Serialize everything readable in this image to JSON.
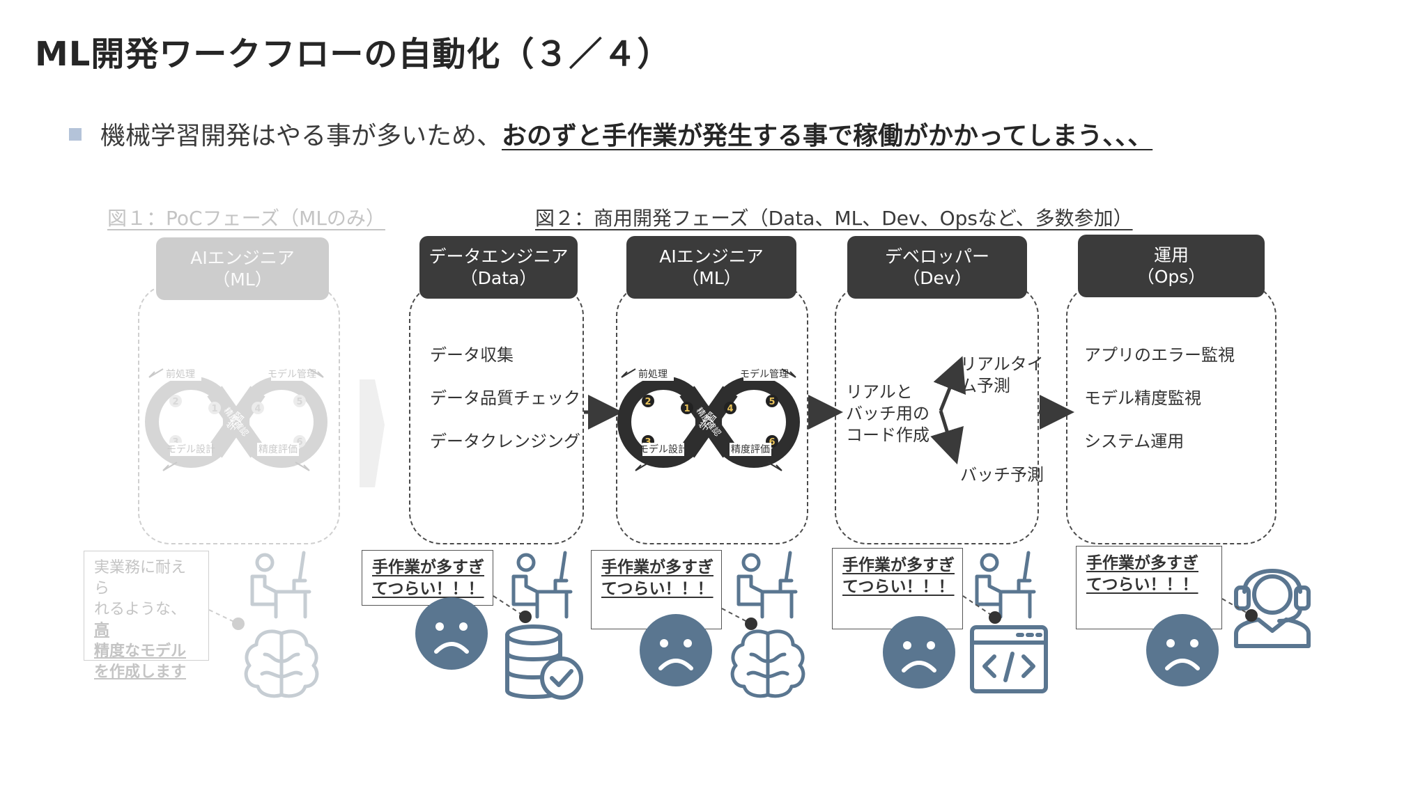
{
  "title": "ML開発ワークフローの自動化（３／４）",
  "bullet": {
    "normal": "機械学習開発はやる事が多いため、",
    "bold": "おのずと手作業が発生する事で稼働がかかってしまう、、、"
  },
  "figure1": {
    "label": "図１：PoCフェーズ（MLのみ）",
    "role": [
      "AIエンジニア",
      "（ML）"
    ],
    "note_normal": [
      "実業務に耐えら",
      "れるような、"
    ],
    "note_bold_inline": "高",
    "note_bold": [
      "精度なモデル",
      "を作成します"
    ]
  },
  "figure2": {
    "label": "図２：商用開発フェーズ（Data、ML、Dev、Opsなど、多数参加）",
    "roles": [
      {
        "line1": "データエンジニア",
        "line2": "（Data）"
      },
      {
        "line1": "AIエンジニア",
        "line2": "（ML）"
      },
      {
        "line1": "デベロッパー",
        "line2": "（Dev）"
      },
      {
        "line1": "運用",
        "line2": "（Ops）"
      }
    ],
    "data_tasks": [
      "データ収集",
      "データ品質チェック",
      "データクレンジング"
    ],
    "dev_tasks": {
      "source": [
        "リアルと",
        "バッチ用の",
        "コード作成"
      ],
      "realtime": [
        "リアルタイ",
        "ム予測"
      ],
      "batch": "バッチ予測"
    },
    "ops_tasks": [
      "アプリのエラー監視",
      "モデル精度監視",
      "システム運用"
    ]
  },
  "cycle": {
    "top_left": "前処理",
    "top_right": "モデル管理",
    "bottom_left": "モデル設計",
    "bottom_right": "精度評価",
    "center": "学習",
    "center2": "デプロイ・",
    "center3": "精度確認",
    "numbers": [
      "1",
      "2",
      "3",
      "4",
      "5",
      "6"
    ]
  },
  "bubble": {
    "line1": "手作業が多すぎ",
    "line2": "てつらい！！！"
  },
  "colors": {
    "role_dark": "#3b3b3b",
    "role_light": "#cdcdcd",
    "icon_blue": "#5a7690",
    "icon_grey": "#c6cdd3",
    "bullet": "#b4c3d9"
  }
}
